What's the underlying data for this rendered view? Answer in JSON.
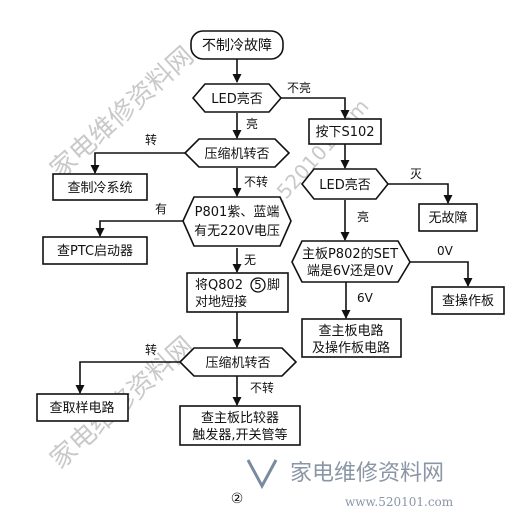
{
  "flow": {
    "start": "不制冷故障",
    "led_check_1": "LED亮否",
    "label_not_lit": "不亮",
    "label_lit": "亮",
    "press_s102": "按下S102",
    "compressor_check_1": "压缩机转否",
    "label_turns": "转",
    "label_not_turn": "不转",
    "check_refrigeration": "查制冷系统",
    "led_check_2": "LED亮否",
    "label_off": "灭",
    "no_fault": "无故障",
    "label_lit_2": "亮",
    "p801_line1": "P801紫、蓝端",
    "p801_line2": "有无220V电压",
    "label_yes": "有",
    "label_no": "无",
    "check_ptc": "查PTC启动器",
    "p802_line1": "主板P802的SET",
    "p802_line2": "端是6V还是0V",
    "label_0v": "0V",
    "label_6v": "6V",
    "check_panel": "查操作板",
    "q802_line1": "将Q802",
    "q802_circle": "5",
    "q802_line1_tail": "脚",
    "q802_line2": "对地短接",
    "check_main_line1": "查主板电路",
    "check_main_line2": "及操作板电路",
    "compressor_check_2": "压缩机转否",
    "label_turns_2": "转",
    "label_not_turn_2": "不转",
    "check_sampling": "查取样电路",
    "check_comp_line1": "查主板比较器",
    "check_comp_line2": "触发器,开关管等",
    "figure_number": "②"
  },
  "watermark": {
    "diagonal_1": "家电维修资料网",
    "diagonal_2": "家电维修资料网",
    "diagonal_3": "www.520101.com"
  },
  "logo": {
    "text": "家电维修资料网",
    "url": "www.520101.com"
  }
}
